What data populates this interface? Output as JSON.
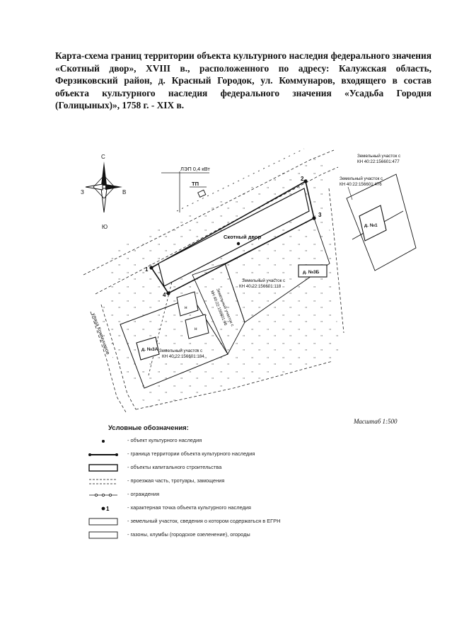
{
  "title": "Карта-схема границ территории объекта культурного наследия  федерального значения «Скотный двор», XVIII в., расположенного по адресу: Калужская область, Ферзиковский район, д. Красный Городок, ул. Коммунаров, входящего в состав объекта культурного наследия федерального значения «Усадьба Городня (Голицыных)», 1758 г. - XIX в.",
  "map": {
    "compass": {
      "north": "С",
      "south": "Ю",
      "west": "З",
      "east": "В"
    },
    "power_line": "ЛЭП 0,4 кВт",
    "substation": "ТП",
    "object_name": "Скотный двор",
    "street": "улица Коммунаров",
    "houses": {
      "h3a": "д. №3А",
      "h3b": "д. №3Б",
      "h1": "д. №1"
    },
    "outbuilding": "н",
    "points": [
      "1",
      "2",
      "3",
      "4"
    ],
    "parcels": {
      "p477": "Земельный участок с КН 40:22:156601:477",
      "p476": "Земельный участок с КН 40:22:156601:476",
      "p118": "Земельный участок с КН 40:22:156601:118",
      "p184": "Земельный участок с КН 40:22:156601:184",
      "p_middle": "Земельный участок с КН 40:22:156601:96"
    }
  },
  "scale_label": "Масштаб 1:500",
  "legend": {
    "title": "Условные обозначения:",
    "items": [
      {
        "symbol": "object-dot",
        "text": "- объект культурного наследия"
      },
      {
        "symbol": "territory-boundary",
        "text": "- граница территории объекта культурного наследия"
      },
      {
        "symbol": "capital-building",
        "text": "- объекты капитального строительства"
      },
      {
        "symbol": "roadway",
        "text": "- проезжая часть, тротуары, замощения"
      },
      {
        "symbol": "fence",
        "text": "- ограждения"
      },
      {
        "symbol": "characteristic-point",
        "text": "- характерная точка объекта культурного наследия"
      },
      {
        "symbol": "land-plot",
        "text": "- земельный участок, сведения о котором содержаться в ЕГРН"
      },
      {
        "symbol": "lawns",
        "text": "- газоны, клумбы (городское озеленение), огороды"
      }
    ]
  }
}
